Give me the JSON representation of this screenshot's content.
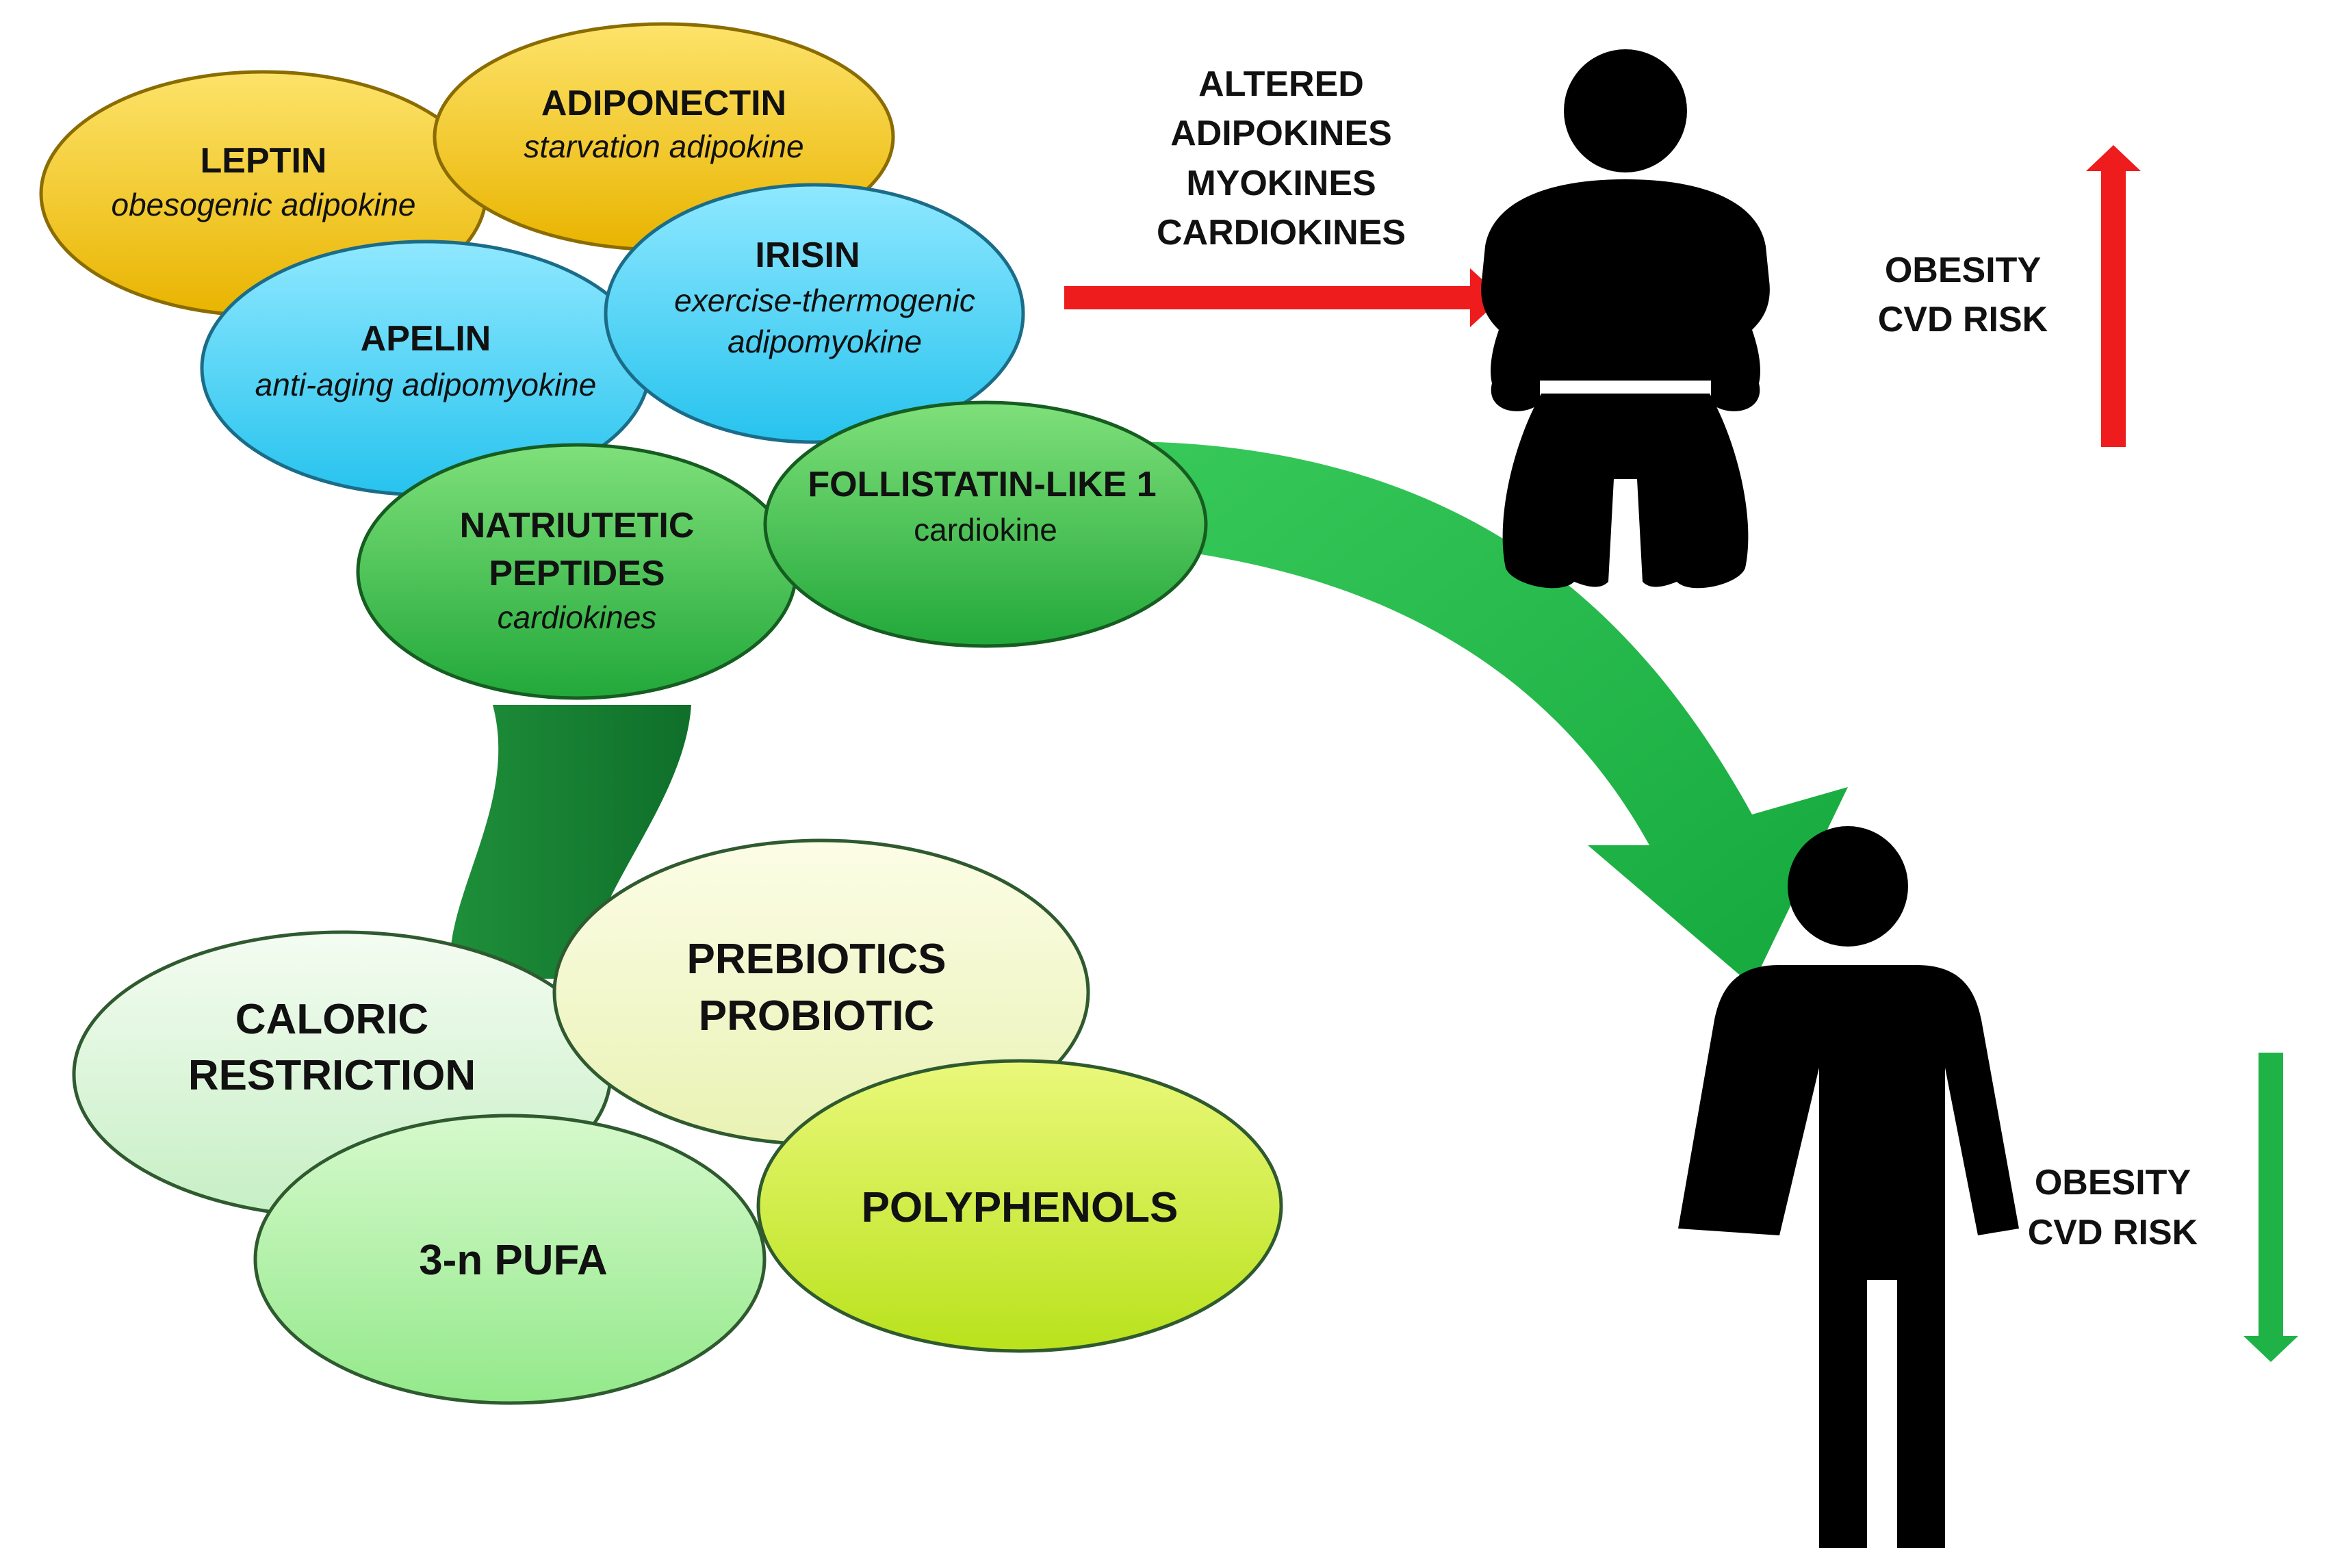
{
  "colors": {
    "yellow_top": "#fde36a",
    "yellow_bottom": "#e9b400",
    "blue_top": "#8fe8ff",
    "blue_bottom": "#27c3ee",
    "green_top": "#7fe07a",
    "green_bottom": "#22a83a",
    "arc_green": "#1e8f3a",
    "big_arrow_green": "#1db346",
    "red_arrow": "#ee1c1c",
    "green_arrow": "#1fb347",
    "silhouette": "#000000"
  },
  "bubbles": {
    "leptin": {
      "name": "LEPTIN",
      "desc": "obesogenic adipokine"
    },
    "adiponectin": {
      "name": "ADIPONECTIN",
      "desc": "starvation adipokine"
    },
    "irisin": {
      "name": "IRISIN",
      "desc_line1": "exercise-thermogenic",
      "desc_line2": "adipomyokine"
    },
    "apelin": {
      "name": "APELIN",
      "desc": "anti-aging adipomyokine"
    },
    "natriuretic": {
      "name_line1": "NATRIUTETIC",
      "name_line2": "PEPTIDES",
      "desc": "cardiokines"
    },
    "follistatin": {
      "name": "FOLLISTATIN-LIKE 1",
      "desc": "cardiokine"
    }
  },
  "interventions": {
    "caloric": {
      "line1": "CALORIC",
      "line2": "RESTRICTION"
    },
    "prebiotics": {
      "line1": "PREBIOTICS",
      "line2": "PROBIOTIC"
    },
    "pufa": {
      "label": "3-n PUFA"
    },
    "polyphenols": {
      "label": "POLYPHENOLS"
    }
  },
  "altered_label": {
    "line1": "ALTERED",
    "line2": "ADIPOKINES",
    "line3": "MYOKINES",
    "line4": "CARDIOKINES"
  },
  "risk_up": {
    "line1": "OBESITY",
    "line2": "CVD RISK"
  },
  "risk_down": {
    "line1": "OBESITY",
    "line2": "CVD RISK"
  }
}
